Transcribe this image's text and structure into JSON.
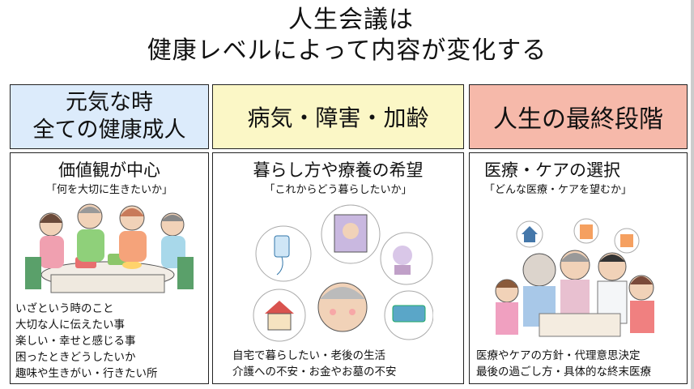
{
  "title": {
    "line1": "人生会議は",
    "line2": "健康レベルによって内容が変化する"
  },
  "headers": [
    {
      "line1": "元気な時",
      "line2": "全ての健康成人",
      "color": "#dcebfb"
    },
    {
      "line1": "病気・障害・加齢",
      "color": "#fbf7c6"
    },
    {
      "line1": "人生の最終段階",
      "color": "#f6b9aa"
    }
  ],
  "columns": [
    {
      "heading": "価値観が中心",
      "sub": "「何を大切に生きたいか」",
      "items": [
        "いざという時のこと",
        "大切な人に伝えたい事",
        "楽しい・幸せと感じる事",
        "困ったときどうしたいか",
        "趣味や生きがい・行きたい所"
      ]
    },
    {
      "heading": "暮らし方や療養の希望",
      "sub": "「これからどう暮らしたいか」",
      "items": [
        "自宅で暮らしたい・老後の生活",
        "介護への不安・お金やお墓の不安"
      ]
    },
    {
      "heading": "医療・ケアの選択",
      "sub": "「どんな医療・ケアを望むか」",
      "items": [
        "医療やケアの方針・代理意思決定",
        "最後の過ごし方・具体的な終末医療"
      ]
    }
  ]
}
